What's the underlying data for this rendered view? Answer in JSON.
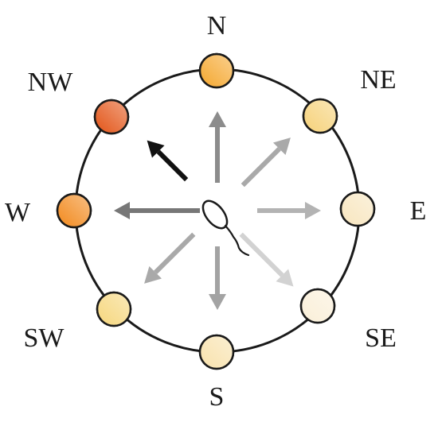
{
  "directions": [
    {
      "id": "n",
      "label": "N",
      "fill": "#f5a830",
      "arrow_color": "#8c8c8c"
    },
    {
      "id": "ne",
      "label": "NE",
      "fill": "#f6d27a",
      "arrow_color": "#a9a9a9"
    },
    {
      "id": "e",
      "label": "E",
      "fill": "#f8e6bf",
      "arrow_color": "#b3b3b3"
    },
    {
      "id": "se",
      "label": "SE",
      "fill": "#faefd8",
      "arrow_color": "#d2d2d2"
    },
    {
      "id": "s",
      "label": "S",
      "fill": "#f8e2ad",
      "arrow_color": "#a3a3a3"
    },
    {
      "id": "sw",
      "label": "SW",
      "fill": "#f6d77e",
      "arrow_color": "#a9a9a9"
    },
    {
      "id": "w",
      "label": "W",
      "fill": "#f28a1e",
      "arrow_color": "#777777"
    },
    {
      "id": "nw",
      "label": "NW",
      "fill": "#e35518",
      "arrow_color": "#111111"
    }
  ],
  "colors": {
    "ring": "#1a1a1a",
    "background": "#ffffff",
    "sperm": "#1a1a1a"
  }
}
